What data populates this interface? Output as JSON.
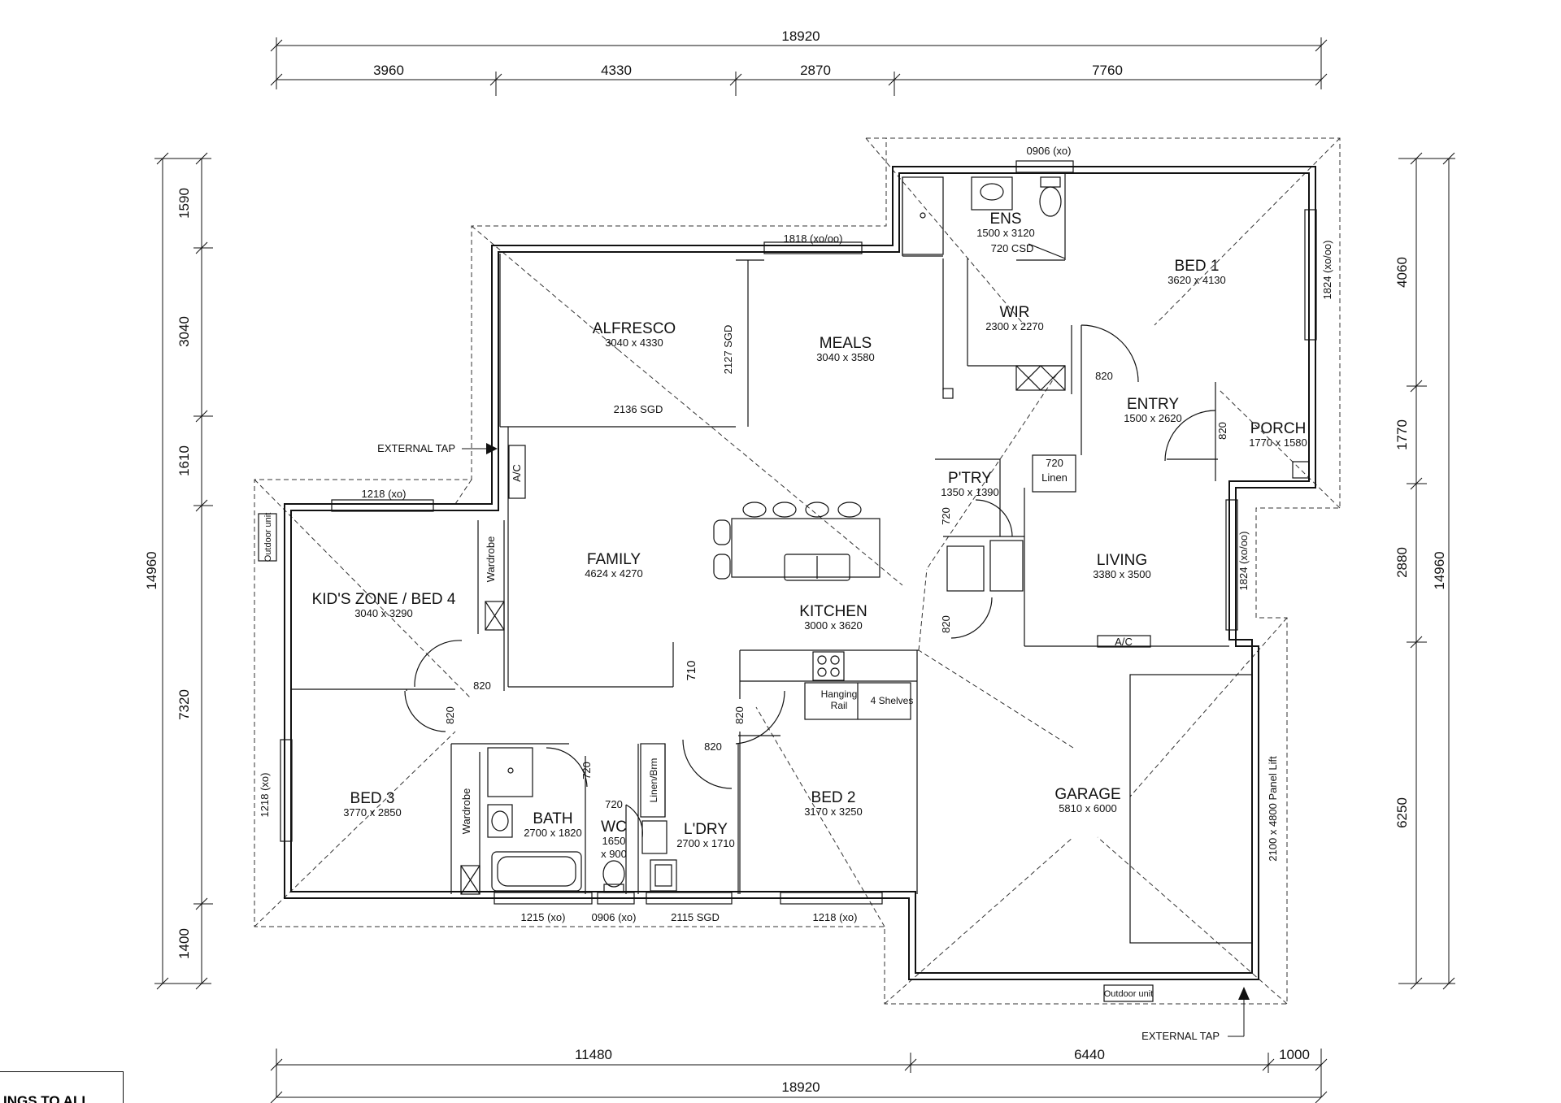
{
  "dimensions": {
    "top_total": "18920",
    "top_segments": [
      "3960",
      "4330",
      "2870",
      "7760"
    ],
    "bottom_total": "18920",
    "bottom_segments": [
      "11480",
      "6440",
      "1000"
    ],
    "left_total": "14960",
    "left_segments": [
      "1590",
      "3040",
      "1610",
      "7320",
      "1400"
    ],
    "right_total": "14960",
    "right_segments": [
      "4060",
      "1770",
      "2880",
      "6250"
    ]
  },
  "rooms": {
    "alfresco": {
      "name": "ALFRESCO",
      "size": "3040 x 4330"
    },
    "meals": {
      "name": "MEALS",
      "size": "3040 x 3580"
    },
    "ens": {
      "name": "ENS",
      "size": "1500 x 3120"
    },
    "bed1": {
      "name": "BED 1",
      "size": "3620 x 4130"
    },
    "wir": {
      "name": "WIR",
      "size": "2300 x 2270"
    },
    "entry": {
      "name": "ENTRY",
      "size": "1500 x 2620"
    },
    "porch": {
      "name": "PORCH",
      "size": "1770 x 1580"
    },
    "family": {
      "name": "FAMILY",
      "size": "4624 x 4270"
    },
    "kitchen": {
      "name": "KITCHEN",
      "size": "3000 x 3620"
    },
    "ptry": {
      "name": "P'TRY",
      "size": "1350 x 1390"
    },
    "living": {
      "name": "LIVING",
      "size": "3380 x 3500"
    },
    "kids": {
      "name": "KID'S ZONE / BED 4",
      "size": "3040 x 3290"
    },
    "bed3": {
      "name": "BED 3",
      "size": "3770 x 2850"
    },
    "bath": {
      "name": "BATH",
      "size": "2700 x 1820"
    },
    "wc": {
      "name": "WC",
      "size1": "1650",
      "size2": "x 900"
    },
    "ldry": {
      "name": "L'DRY",
      "size": "2700 x 1710"
    },
    "bed2": {
      "name": "BED 2",
      "size": "3170 x 3250"
    },
    "garage": {
      "name": "GARAGE",
      "size": "5810 x 6000"
    }
  },
  "labels": {
    "window_0906_top": "0906 (xo)",
    "window_1818": "1818 (xo/oo)",
    "csd_720": "720 CSD",
    "sgd_2127": "2127 SGD",
    "sgd_2136": "2136 SGD",
    "window_1824_bed1": "1824 (xo/oo)",
    "door_820_entry": "820",
    "door_820_porch": "820",
    "external_tap_1": "EXTERNAL TAP",
    "ac_family": "A/C",
    "window_1218_kids": "1218 (xo)",
    "outdoor_unit_1": "Outdoor unit",
    "wardrobe_kids": "Wardrobe",
    "linen_num": "720",
    "linen_word": "Linen",
    "door_720_ptry": "720",
    "window_1824_living": "1824 (xo/oo)",
    "door_820_kitchen": "820",
    "ac_living": "A/C",
    "door_710": "710",
    "door_820_kids": "820",
    "door_820_bed3": "820",
    "hanging_rail_1": "Hanging",
    "hanging_rail_2": "Rail",
    "shelves": "4 Shelves",
    "door_820_bed2": "820",
    "door_820_ldry": "820",
    "door_720_bath": "720",
    "door_720_wc": "720",
    "linen_brm": "Linen/Brm",
    "wardrobe_bed3": "Wardrobe",
    "window_1218_bed3": "1218 (xo)",
    "window_1215": "1215 (xo)",
    "window_0906_bottom": "0906 (xo)",
    "sgd_2115": "2115 SGD",
    "window_1218_bed2": "1218 (xo)",
    "panel_lift": "2100 x 4800 Panel Lift",
    "outdoor_unit_2": "Outdoor unit",
    "external_tap_2": "EXTERNAL TAP"
  },
  "footer_note": "INGS TO ALL"
}
